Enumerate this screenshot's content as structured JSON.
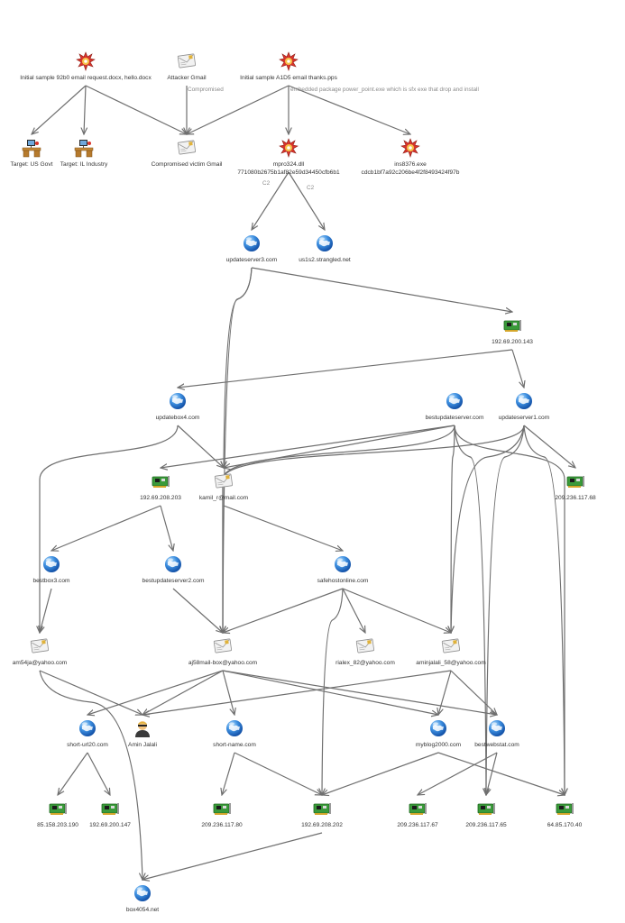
{
  "colors": {
    "edge": "#6f6f6f",
    "label": "#333333",
    "edge_label": "#8a8a8a",
    "globe": "#2f7fd8",
    "card": "#3a9a3a",
    "malware": "#c0392b"
  },
  "nodes": {
    "initial_92b0": {
      "icon": "malware-icon",
      "label": "Initial sample 92b0 email request.docx, hello.docx"
    },
    "attacker_gmail": {
      "icon": "email-icon",
      "label": "Attacker Gmail"
    },
    "initial_a1d5": {
      "icon": "malware-icon",
      "label": "Initial sample A1D5 email thanks.pps"
    },
    "target_us_govt": {
      "icon": "target-desk-icon",
      "label": "Target: US Govt"
    },
    "target_il_industry": {
      "icon": "target-desk-icon",
      "label": "Target: IL Industry"
    },
    "compromised_gmail": {
      "icon": "email-icon",
      "label": "Compromised victim Gmail"
    },
    "mpro324": {
      "icon": "malware-icon",
      "label": "mpro324.dll",
      "label2": "771080b2675b1af82e59d34450cfb6b1"
    },
    "ins8376": {
      "icon": "malware-icon",
      "label": "ins8376.exe",
      "label2": "cdcb1bf7a92c206be4f2f8493424f97b"
    },
    "updateserver3": {
      "icon": "globe-icon",
      "label": "updateserver3.com"
    },
    "us1s2": {
      "icon": "globe-icon",
      "label": "us1s2.strangled.net"
    },
    "ip_192_69_200_143": {
      "icon": "network-card-icon",
      "label": "192.69.200.143"
    },
    "updatebox4": {
      "icon": "globe-icon",
      "label": "updatebox4.com"
    },
    "bestupdateserver": {
      "icon": "globe-icon",
      "label": "bestupdateserver.com"
    },
    "updateserver1": {
      "icon": "globe-icon",
      "label": "updateserver1.com"
    },
    "ip_192_69_208_203": {
      "icon": "network-card-icon",
      "label": "192.69.208.203"
    },
    "kamil_mail": {
      "icon": "email-icon",
      "label": "kamil_r@mail.com"
    },
    "ip_209_236_117_68": {
      "icon": "network-card-icon",
      "label": "209.236.117.68"
    },
    "bestbox3": {
      "icon": "globe-icon",
      "label": "bestbox3.com"
    },
    "bestupdateserver2": {
      "icon": "globe-icon",
      "label": "bestupdateserver2.com"
    },
    "safehostonline": {
      "icon": "globe-icon",
      "label": "safehostonline.com"
    },
    "am54ja": {
      "icon": "email-icon",
      "label": "am54ja@yahoo.com"
    },
    "aj58mail": {
      "icon": "email-icon",
      "label": "aj58mail-box@yahoo.com"
    },
    "rialex": {
      "icon": "email-icon",
      "label": "rialex_82@yahoo.com"
    },
    "aminjalali": {
      "icon": "email-icon",
      "label": "aminjalali_58@yahoo.com"
    },
    "short_url20": {
      "icon": "globe-icon",
      "label": "short-url20.com"
    },
    "amin_jalali": {
      "icon": "person-icon",
      "label": "Amin Jalali"
    },
    "short_name": {
      "icon": "globe-icon",
      "label": "short-name.com"
    },
    "myblog2000": {
      "icon": "globe-icon",
      "label": "myblog2000.com"
    },
    "bestwebstat": {
      "icon": "globe-icon",
      "label": "bestwebstat.com"
    },
    "ip_85_158_203_190": {
      "icon": "network-card-icon",
      "label": "85.158.203.190"
    },
    "ip_192_69_200_147": {
      "icon": "network-card-icon",
      "label": "192.69.200.147"
    },
    "ip_209_236_117_80": {
      "icon": "network-card-icon",
      "label": "209.236.117.80"
    },
    "ip_192_69_208_202": {
      "icon": "network-card-icon",
      "label": "192.69.208.202"
    },
    "ip_209_236_117_67": {
      "icon": "network-card-icon",
      "label": "209.236.117.67"
    },
    "ip_209_236_117_65": {
      "icon": "network-card-icon",
      "label": "209.236.117.65"
    },
    "ip_64_85_170_40": {
      "icon": "network-card-icon",
      "label": "64.85.170.40"
    },
    "box4054": {
      "icon": "globe-icon",
      "label": "box4054.net"
    }
  },
  "edge_labels": {
    "compromised": "Compromised",
    "embedded": "embedded package power_point.exe which is sfx exe that drop and install",
    "c2_a": "C2",
    "c2_b": "C2"
  },
  "edges": [
    [
      "initial_92b0",
      "target_us_govt"
    ],
    [
      "initial_92b0",
      "target_il_industry"
    ],
    [
      "initial_92b0",
      "compromised_gmail"
    ],
    [
      "attacker_gmail",
      "compromised_gmail"
    ],
    [
      "initial_a1d5",
      "compromised_gmail"
    ],
    [
      "initial_a1d5",
      "mpro324"
    ],
    [
      "initial_a1d5",
      "ins8376"
    ],
    [
      "mpro324",
      "updateserver3"
    ],
    [
      "mpro324",
      "us1s2"
    ],
    [
      "updateserver3",
      "ip_192_69_200_143"
    ],
    [
      "updateserver3",
      "aj58mail"
    ],
    [
      "updateserver3",
      "kamil_mail"
    ],
    [
      "ip_192_69_200_143",
      "updatebox4"
    ],
    [
      "ip_192_69_200_143",
      "updateserver1"
    ],
    [
      "updatebox4",
      "am54ja"
    ],
    [
      "updatebox4",
      "kamil_mail"
    ],
    [
      "bestupdateserver",
      "ip_192_69_208_203"
    ],
    [
      "bestupdateserver",
      "kamil_mail"
    ],
    [
      "bestupdateserver",
      "aminjalali"
    ],
    [
      "bestupdateserver",
      "aj58mail"
    ],
    [
      "bestupdateserver",
      "ip_209_236_117_65"
    ],
    [
      "bestupdateserver",
      "ip_64_85_170_40"
    ],
    [
      "updateserver1",
      "ip_209_236_117_68"
    ],
    [
      "updateserver1",
      "aminjalali"
    ],
    [
      "updateserver1",
      "aj58mail"
    ],
    [
      "updateserver1",
      "ip_64_85_170_40"
    ],
    [
      "updateserver1",
      "ip_209_236_117_65"
    ],
    [
      "ip_192_69_208_203",
      "bestbox3"
    ],
    [
      "ip_192_69_208_203",
      "bestupdateserver2"
    ],
    [
      "kamil_mail",
      "safehostonline"
    ],
    [
      "bestbox3",
      "am54ja"
    ],
    [
      "bestupdateserver2",
      "aj58mail"
    ],
    [
      "safehostonline",
      "aj58mail"
    ],
    [
      "safehostonline",
      "rialex"
    ],
    [
      "safehostonline",
      "aminjalali"
    ],
    [
      "safehostonline",
      "ip_192_69_208_202"
    ],
    [
      "am54ja",
      "amin_jalali"
    ],
    [
      "am54ja",
      "box4054"
    ],
    [
      "aj58mail",
      "short_url20"
    ],
    [
      "aj58mail",
      "amin_jalali"
    ],
    [
      "aj58mail",
      "short_name"
    ],
    [
      "aj58mail",
      "bestwebstat"
    ],
    [
      "aj58mail",
      "myblog2000"
    ],
    [
      "aminjalali",
      "amin_jalali"
    ],
    [
      "aminjalali",
      "myblog2000"
    ],
    [
      "aminjalali",
      "bestwebstat"
    ],
    [
      "short_url20",
      "ip_85_158_203_190"
    ],
    [
      "short_url20",
      "ip_192_69_200_147"
    ],
    [
      "short_name",
      "ip_209_236_117_80"
    ],
    [
      "short_name",
      "ip_192_69_208_202"
    ],
    [
      "myblog2000",
      "ip_192_69_208_202"
    ],
    [
      "myblog2000",
      "ip_64_85_170_40"
    ],
    [
      "bestwebstat",
      "ip_209_236_117_67"
    ],
    [
      "bestwebstat",
      "ip_209_236_117_65"
    ],
    [
      "ip_192_69_208_202",
      "box4054"
    ]
  ]
}
